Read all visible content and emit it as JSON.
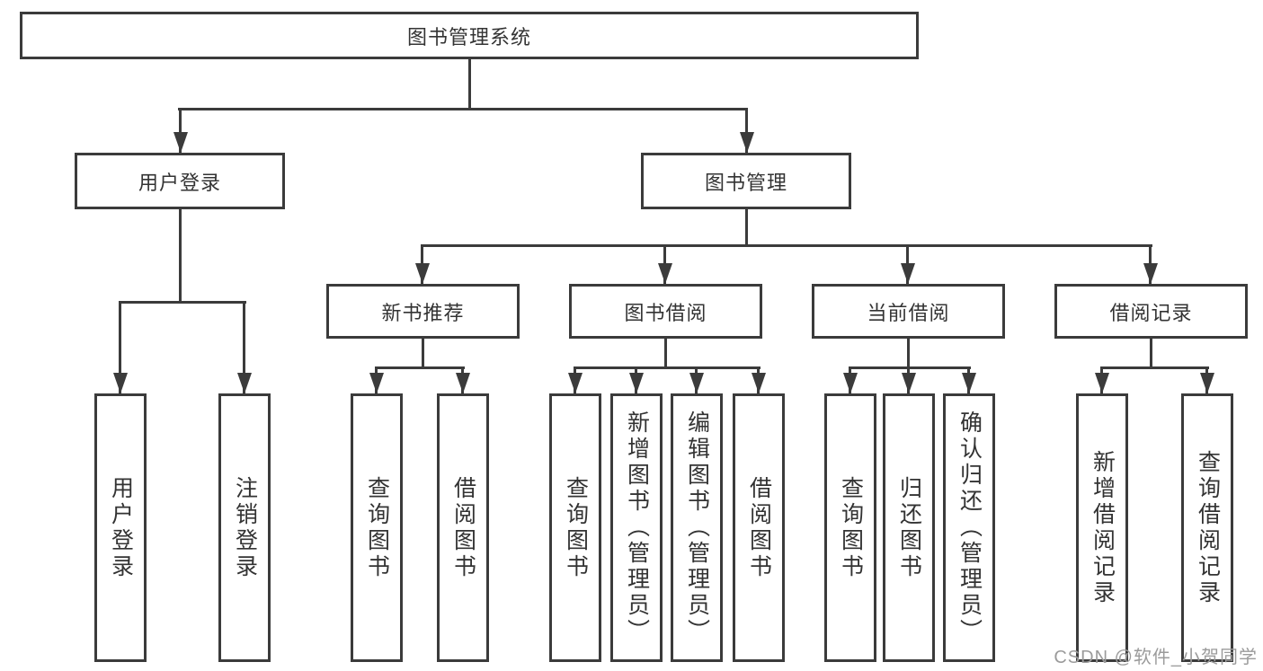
{
  "tree": {
    "label": "图书管理系统",
    "children": [
      {
        "label": "用户登录",
        "children": [
          {
            "label": "用户登录"
          },
          {
            "label": "注销登录"
          }
        ]
      },
      {
        "label": "图书管理",
        "children": [
          {
            "label": "新书推荐",
            "children": [
              {
                "label": "查询图书"
              },
              {
                "label": "借阅图书"
              }
            ]
          },
          {
            "label": "图书借阅",
            "children": [
              {
                "label": "查询图书"
              },
              {
                "label": "新增图书（管理员）"
              },
              {
                "label": "编辑图书（管理员）"
              },
              {
                "label": "借阅图书"
              }
            ]
          },
          {
            "label": "当前借阅",
            "children": [
              {
                "label": "查询图书"
              },
              {
                "label": "归还图书"
              },
              {
                "label": "确认归还（管理员）"
              }
            ]
          },
          {
            "label": "借阅记录",
            "children": [
              {
                "label": "新增借阅记录"
              },
              {
                "label": "查询借阅记录"
              }
            ]
          }
        ]
      }
    ]
  },
  "watermark": {
    "text": "CSDN @软件_小贺同学"
  },
  "colors": {
    "line": "#3b3b3b",
    "text": "#333333",
    "watermark": "#9b9b9b",
    "background": "#ffffff"
  }
}
